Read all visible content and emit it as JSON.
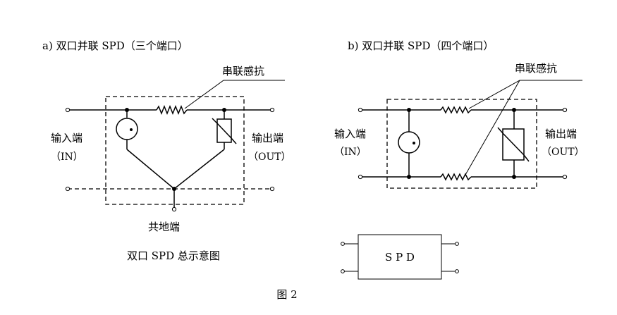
{
  "diagram_a": {
    "title": "a)  双口并联 SPD（三个端口）",
    "series_inductance": "串联感抗",
    "input_label": "输入端",
    "input_sub": "（IN）",
    "output_label": "输出端",
    "output_sub": "（OUT）",
    "ground_label": "共地端",
    "caption": "双口 SPD 总示意图"
  },
  "diagram_b": {
    "title": "b)  双口并联 SPD（四个端口）",
    "series_inductance": "串联感抗",
    "input_label": "输入端",
    "input_sub": "（IN）",
    "output_label": "输出端",
    "output_sub": "（OUT）"
  },
  "spd_block": {
    "label": "S P D"
  },
  "figure_caption": "图 2"
}
